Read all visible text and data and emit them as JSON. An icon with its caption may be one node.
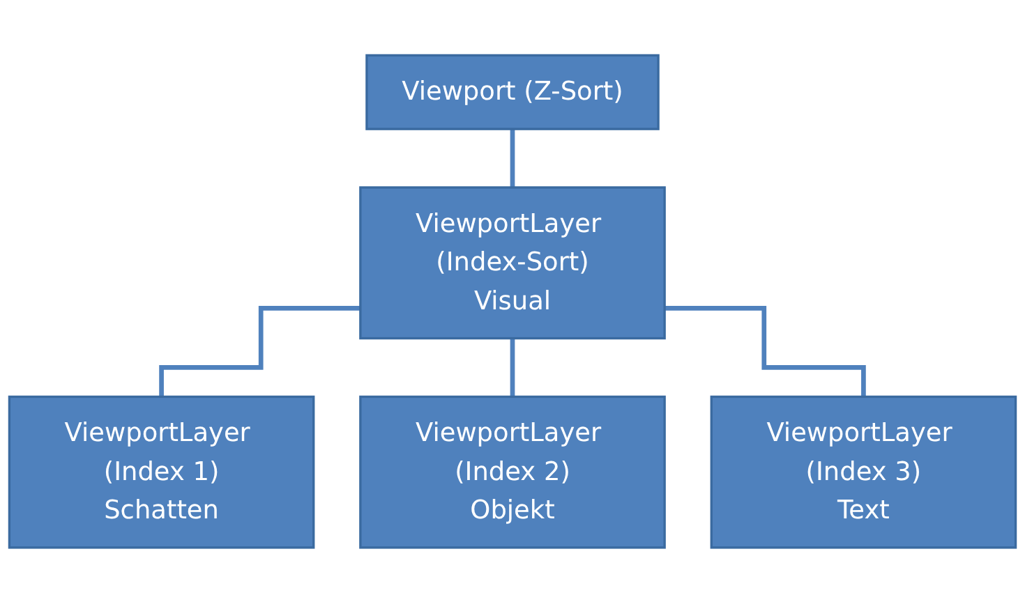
{
  "diagram": {
    "nodes": [
      {
        "text": [
          "Viewport (Z-Sort)"
        ]
      },
      {
        "text": [
          "ViewportLayer (Index-Sort)",
          "Visual"
        ]
      },
      {
        "text": [
          "ViewportLayer (Index 1)",
          "Schatten"
        ]
      },
      {
        "text": [
          "ViewportLayer (Index 2)",
          "Objekt"
        ]
      },
      {
        "text": [
          "ViewportLayer (Index 3)",
          "Text"
        ]
      }
    ],
    "edges": [
      {
        "from": 0,
        "to": 1,
        "arrow": "none"
      },
      {
        "from": 1,
        "to": 2,
        "arrow": "none"
      },
      {
        "from": 1,
        "to": 3,
        "arrow": "none"
      },
      {
        "from": 1,
        "to": 4,
        "arrow": "none"
      }
    ]
  }
}
